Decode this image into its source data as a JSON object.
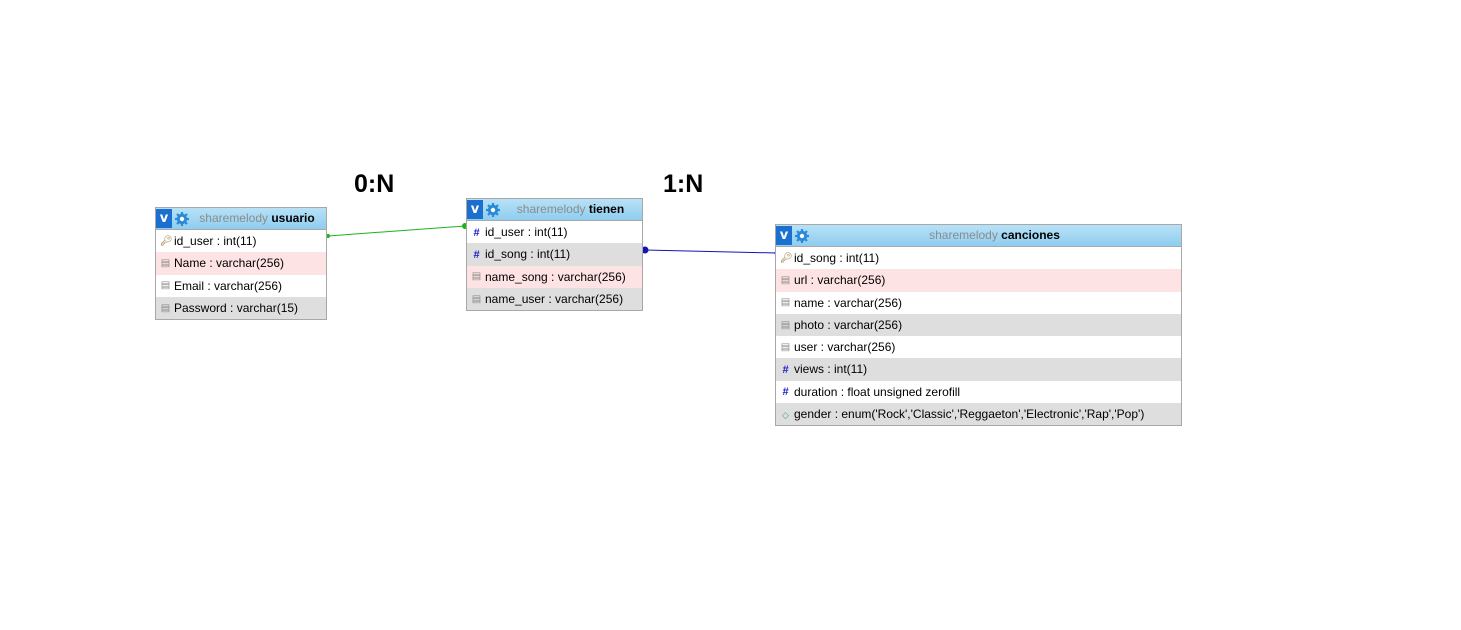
{
  "relations": [
    {
      "label": "0:N"
    },
    {
      "label": "1:N"
    }
  ],
  "tables": {
    "usuario": {
      "database": "sharemelody",
      "name": "usuario",
      "toggle": "v",
      "columns": [
        {
          "icon": "key-icon",
          "text": "id_user : int(11)"
        },
        {
          "icon": "string-icon",
          "text": "Name : varchar(256)"
        },
        {
          "icon": "string-icon",
          "text": "Email : varchar(256)"
        },
        {
          "icon": "string-icon",
          "text": "Password : varchar(15)"
        }
      ]
    },
    "tienen": {
      "database": "sharemelody",
      "name": "tienen",
      "toggle": "v",
      "columns": [
        {
          "icon": "hash-icon",
          "text": "id_user : int(11)"
        },
        {
          "icon": "hash-icon",
          "text": "id_song : int(11)"
        },
        {
          "icon": "string-icon",
          "text": "name_song : varchar(256)"
        },
        {
          "icon": "string-icon",
          "text": "name_user : varchar(256)"
        }
      ]
    },
    "canciones": {
      "database": "sharemelody",
      "name": "canciones",
      "toggle": "v",
      "columns": [
        {
          "icon": "key-icon",
          "text": "id_song : int(11)"
        },
        {
          "icon": "string-icon",
          "text": "url : varchar(256)"
        },
        {
          "icon": "string-icon",
          "text": "name : varchar(256)"
        },
        {
          "icon": "string-icon",
          "text": "photo : varchar(256)"
        },
        {
          "icon": "string-icon",
          "text": "user : varchar(256)"
        },
        {
          "icon": "hash-icon",
          "text": "views : int(11)"
        },
        {
          "icon": "hash-icon",
          "text": "duration : float unsigned zerofill"
        },
        {
          "icon": "enum-icon",
          "text": "gender : enum('Rock','Classic','Reggaeton','Electronic','Rap','Pop')"
        }
      ]
    }
  },
  "colors": {
    "relation_1": "#1db31d",
    "relation_2": "#1414b4",
    "header_top": "#b8e1f7",
    "header_bottom": "#8fcdef",
    "toggle": "#1a6fcf"
  }
}
